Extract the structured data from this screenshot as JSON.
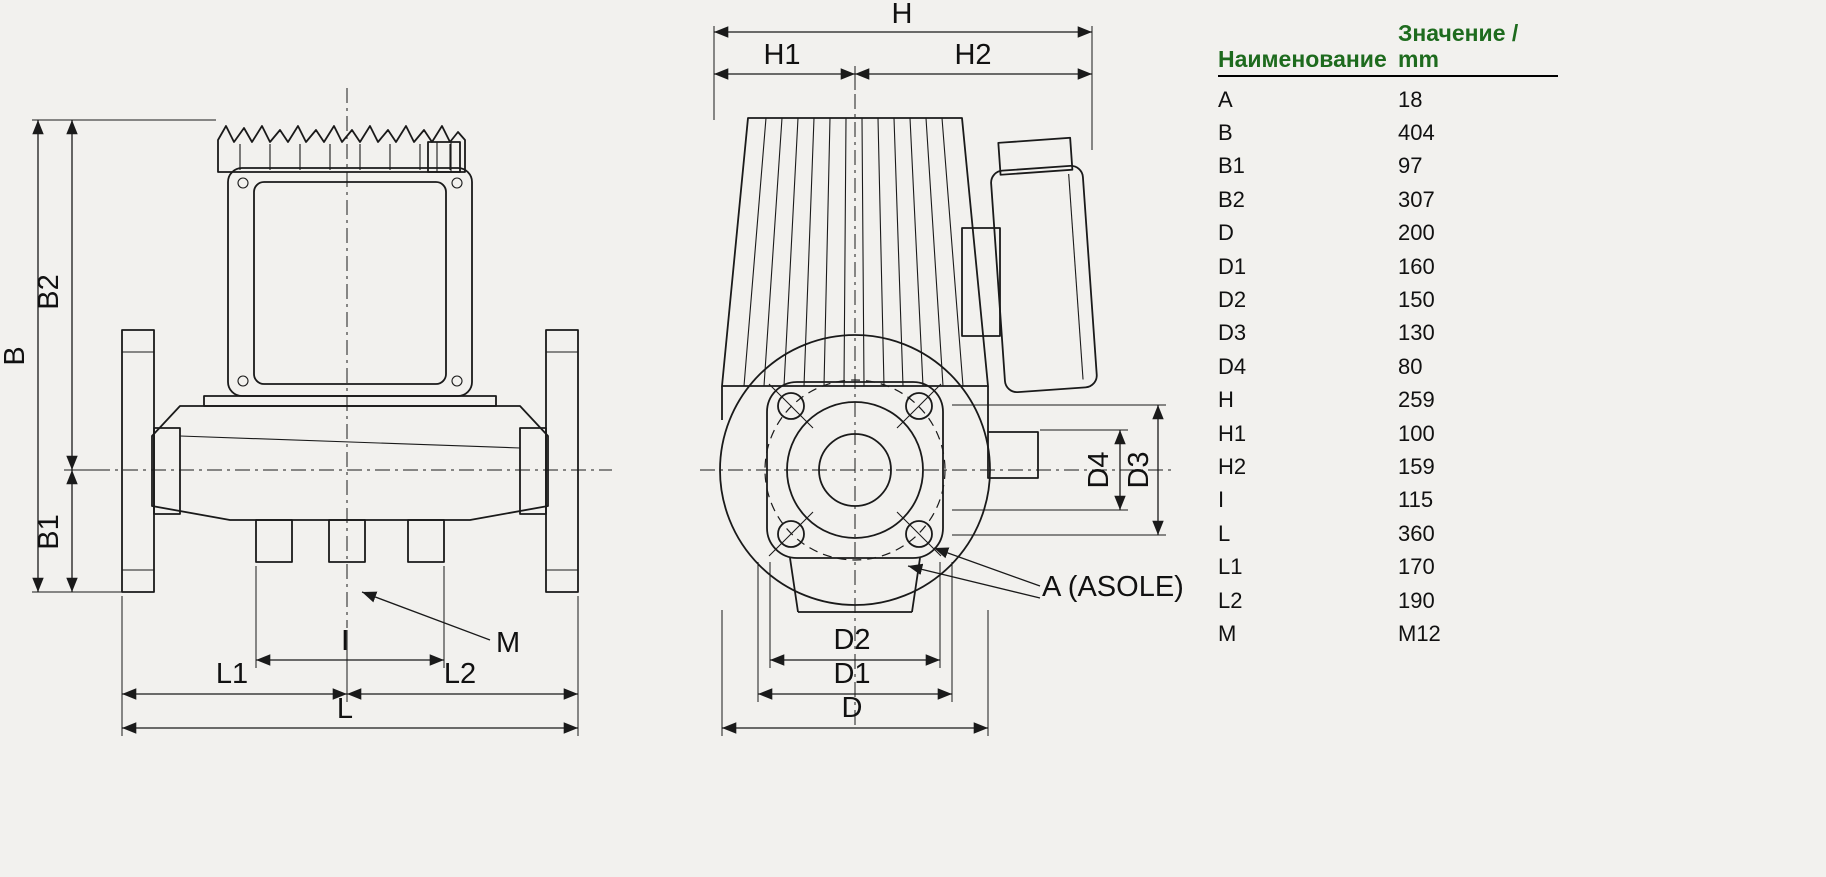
{
  "page": {
    "background": "#f2f1ee"
  },
  "table": {
    "header": {
      "name": "Наименование",
      "value": "Значение / mm"
    },
    "header_color": "#1e6b1e",
    "rows": [
      {
        "name": "A",
        "value": "18"
      },
      {
        "name": "B",
        "value": "404"
      },
      {
        "name": "B1",
        "value": "97"
      },
      {
        "name": "B2",
        "value": "307"
      },
      {
        "name": "D",
        "value": "200"
      },
      {
        "name": "D1",
        "value": "160"
      },
      {
        "name": "D2",
        "value": "150"
      },
      {
        "name": "D3",
        "value": "130"
      },
      {
        "name": "D4",
        "value": "80"
      },
      {
        "name": "H",
        "value": "259"
      },
      {
        "name": "H1",
        "value": "100"
      },
      {
        "name": "H2",
        "value": "159"
      },
      {
        "name": "I",
        "value": "115"
      },
      {
        "name": "L",
        "value": "360"
      },
      {
        "name": "L1",
        "value": "170"
      },
      {
        "name": "L2",
        "value": "190"
      },
      {
        "name": "M",
        "value": "M12"
      }
    ]
  },
  "front_view": {
    "labels": {
      "B": "B",
      "B2": "B2",
      "B1": "B1",
      "I": "I",
      "M": "M",
      "L1": "L1",
      "L2": "L2",
      "L": "L"
    }
  },
  "side_view": {
    "labels": {
      "H": "H",
      "H1": "H1",
      "H2": "H2",
      "D4": "D4",
      "D3": "D3",
      "D2": "D2",
      "D1": "D1",
      "D": "D",
      "A": "A (ASOLE)"
    }
  }
}
